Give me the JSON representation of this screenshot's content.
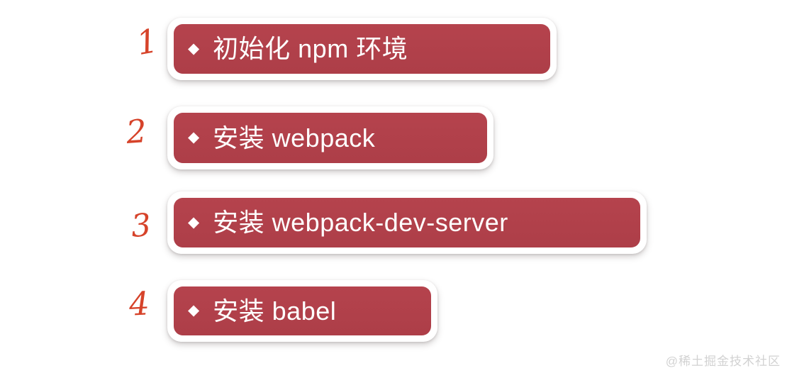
{
  "page": {
    "background_color": "#ffffff",
    "watermark": "@稀土掘金技术社区"
  },
  "theme": {
    "card_fill": "#b0404a",
    "card_frame": "#ffffff",
    "card_text": "#ffffff",
    "step_number_color": "#d6432a",
    "watermark_color": "#d2d2d2"
  },
  "steps": [
    {
      "number": "1",
      "bullet": "◆",
      "label": "初始化 npm 环境",
      "bullet_icon_name": "diamond-bullet-icon"
    },
    {
      "number": "2",
      "bullet": "◆",
      "label": "安装 webpack",
      "bullet_icon_name": "diamond-bullet-icon"
    },
    {
      "number": "3",
      "bullet": "◆",
      "label": "安装 webpack-dev-server",
      "bullet_icon_name": "diamond-bullet-icon"
    },
    {
      "number": "4",
      "bullet": "◆",
      "label": "安装 babel",
      "bullet_icon_name": "diamond-bullet-icon"
    }
  ]
}
